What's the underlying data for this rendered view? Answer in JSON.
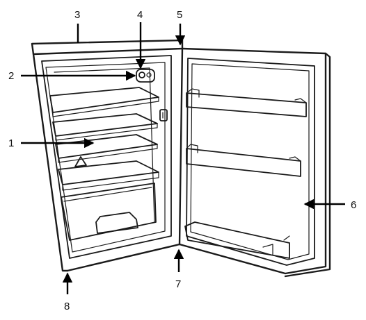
{
  "callouts": [
    {
      "id": "1",
      "text": "1"
    },
    {
      "id": "2",
      "text": "2"
    },
    {
      "id": "3",
      "text": "3"
    },
    {
      "id": "4",
      "text": "4"
    },
    {
      "id": "5",
      "text": "5"
    },
    {
      "id": "6",
      "text": "6"
    },
    {
      "id": "7",
      "text": "7"
    },
    {
      "id": "8",
      "text": "8"
    }
  ],
  "colors": {
    "ink": "#1a1a1a",
    "background": "#ffffff"
  }
}
